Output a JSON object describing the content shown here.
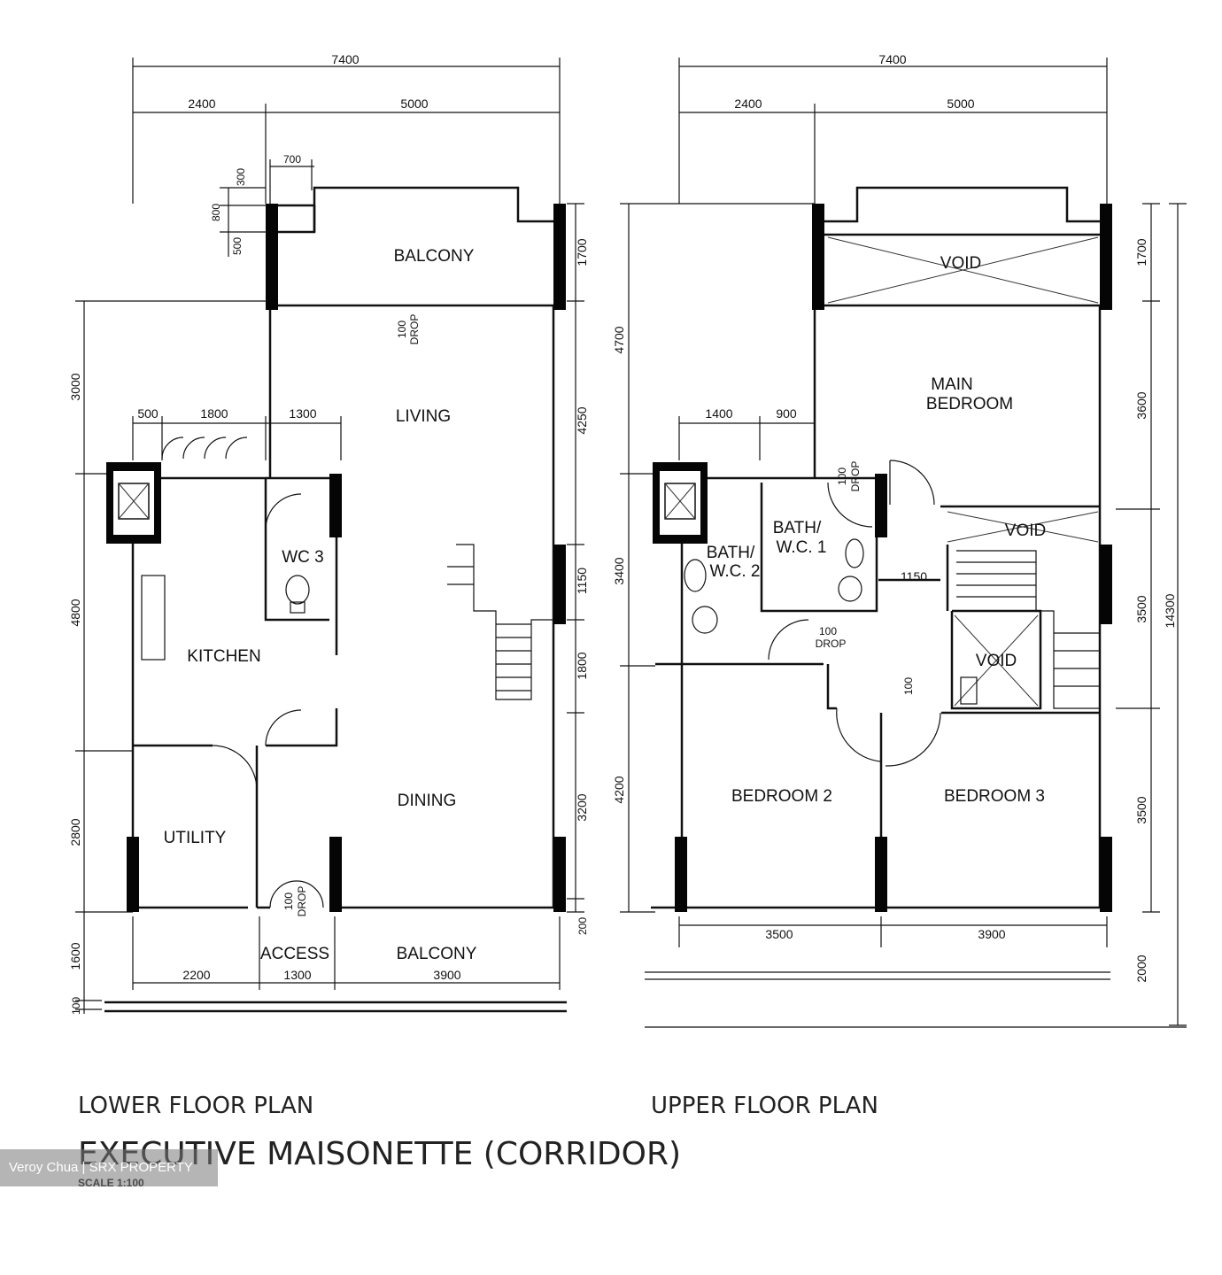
{
  "lower": {
    "total_width": "7400",
    "w_2400": "2400",
    "w_5000": "5000",
    "w_700": "700",
    "h_300": "300",
    "h_800": "800",
    "h_500": "500",
    "right_1700": "1700",
    "right_4250": "4250",
    "right_1150": "1150",
    "right_1800": "1800",
    "right_3200": "3200",
    "right_200": "200",
    "left_3000": "3000",
    "left_4800": "4800",
    "left_2800": "2800",
    "left_1600": "1600",
    "left_100": "100",
    "top_500": "500",
    "top_1800": "1800",
    "top_1300": "1300",
    "bottom_2200": "2200",
    "bottom_1300": "1300",
    "bottom_3900": "3900",
    "drop_balcony_a": "100",
    "drop_balcony_b": "DROP",
    "drop_access_a": "100",
    "drop_access_b": "DROP",
    "rooms": {
      "balcony_top": "BALCONY",
      "living": "LIVING",
      "wc3": "WC 3",
      "kitchen": "KITCHEN",
      "dining": "DINING",
      "utility": "UTILITY",
      "access": "ACCESS",
      "balcony_bottom": "BALCONY"
    },
    "caption": "LOWER FLOOR PLAN"
  },
  "upper": {
    "total_width": "7400",
    "w_2400": "2400",
    "w_5000": "5000",
    "top_1400": "1400",
    "top_900": "900",
    "mid_1150": "1150",
    "right_1700": "1700",
    "right_3600": "3600",
    "right_3500a": "3500",
    "right_3500b": "3500",
    "right_14300": "14300",
    "right_2000": "2000",
    "left_4700": "4700",
    "left_3400": "3400",
    "left_4200": "4200",
    "bottom_3500": "3500",
    "bottom_3900": "3900",
    "drop_bath_a": "100",
    "drop_bath_b": "DROP",
    "drop_hall_a": "100",
    "drop_hall_b": "DROP",
    "small_100": "100",
    "rooms": {
      "void_top": "VOID",
      "main_bedroom_1": "MAIN",
      "main_bedroom_2": "BEDROOM",
      "void_mid": "VOID",
      "void_low": "VOID",
      "bath1_a": "BATH/",
      "bath1_b": "W.C. 1",
      "bath2_a": "BATH/",
      "bath2_b": "W.C. 2",
      "bedroom2": "BEDROOM 2",
      "bedroom3": "BEDROOM 3"
    },
    "caption": "UPPER FLOOR PLAN"
  },
  "title": "EXECUTIVE MAISONETTE (CORRIDOR)",
  "scale": "SCALE 1:100",
  "watermark": "Veroy Chua | SRX PROPERTY"
}
